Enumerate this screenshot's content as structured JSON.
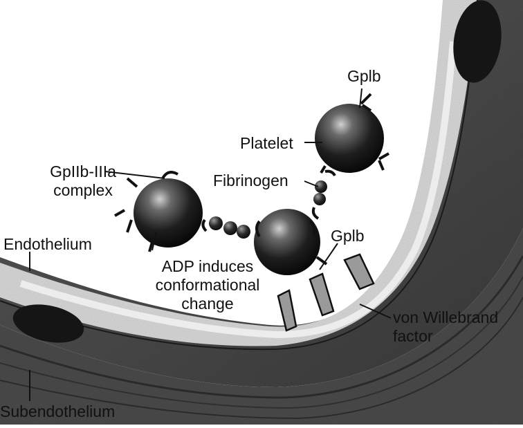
{
  "labels": {
    "gpib_top": "Gplb",
    "platelet": "Platelet",
    "gpiib_line1": "GpIIb-IIIa",
    "gpiib_line2": "complex",
    "fibrinogen": "Fibrinogen",
    "endothelium": "Endothelium",
    "gpib_bottom": "Gplb",
    "adp_line1": "ADP induces",
    "adp_line2": "conformational",
    "adp_line3": "change",
    "vwf_line1": "von Willebrand",
    "vwf_line2": "factor",
    "subendothelium": "Subendothelium"
  }
}
